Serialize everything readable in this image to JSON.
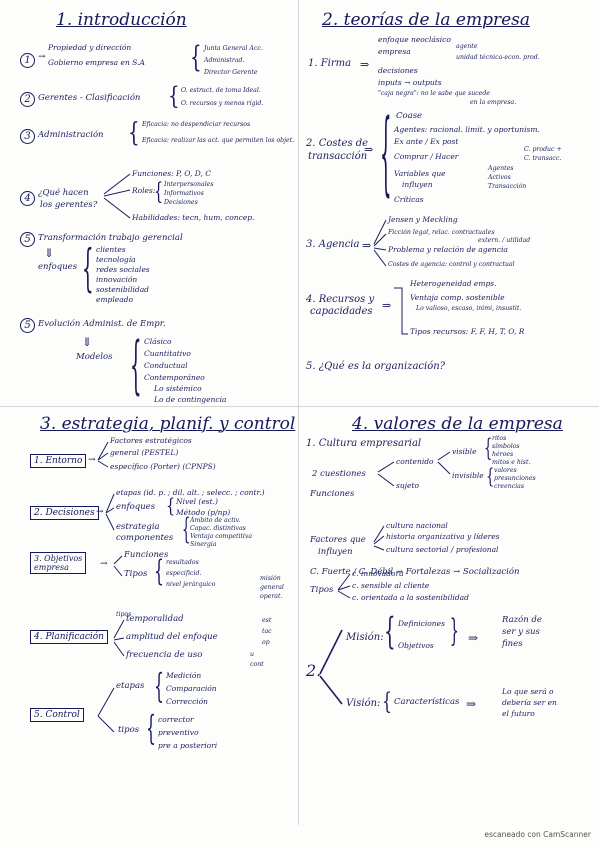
{
  "q1": {
    "title": "1. introducción",
    "i1": [
      "Propiedad y dirección",
      "Gobierno empresa en S.A",
      "Junta General Acc.",
      "Administrad.",
      "Director Gerente"
    ],
    "i2": [
      "Gerentes - Clasificación",
      "O. estruct. de toma Ideal.",
      "O. recursos y menos rígid."
    ],
    "i3": [
      "Administración",
      "Eficacia: no despendiciar recursos",
      "Eficacia: realizar las act. que permiten los objet."
    ],
    "i4": [
      "¿Qué hacen",
      "los gerentes?",
      "Funciones: P, O, D, C",
      "Roles:",
      "Interpersonales",
      "Informativos",
      "Decisiones",
      "Habilidades: tecn, hum, concep."
    ],
    "i5": [
      "Transformación trabajo gerencial",
      "enfoques",
      "clientes",
      "tecnología",
      "redes sociales",
      "innovación",
      "sostenibilidad",
      "empleado"
    ],
    "i6": [
      "Evolución Administ. de Empr.",
      "Modelos",
      "Clásico",
      "Cuantitativo",
      "Conductual",
      "Contemporáneo",
      "Lo sistémico",
      "Lo de contingencia"
    ]
  },
  "q2": {
    "title": "2. teorías de la empresa",
    "firma": [
      "1. Firma",
      "enfoque neoclásico",
      "empresa",
      "agente",
      "unidad técnica-econ. prod.",
      "decisiones",
      "inputs → outputs",
      "\"caja negra\": no le sabe que sucede",
      "en la empresa."
    ],
    "costes": [
      "2. Costes de",
      "transacción",
      "Coase",
      "Agentes: racional. limit. y oportunism.",
      "Ex ante / Ex post",
      "Comprar / Hacer",
      "C. produc +",
      "C. transacc.",
      "Variables que",
      "influyen",
      "Agentes",
      "Activos",
      "Transacción",
      "Críticas"
    ],
    "agencia": [
      "3. Agencia",
      "Jensen y Meckling",
      "Ficción legal, relac. contractuales",
      "Problema y relación de agencia",
      "extern. / utilidad",
      "Costes de agencia: control y contractual"
    ],
    "recursos": [
      "4. Recursos y",
      "capacidades",
      "Heterogeneidad emps.",
      "Ventaja comp. sostenible",
      "Lo valioso, escaso, inimi, insustit.",
      "Tipos recursos: F, F, H, T, O, R"
    ],
    "org": "5. ¿Qué es la organización?"
  },
  "q3": {
    "title": "3. estrategia, planif. y control",
    "entorno": [
      "1. Entorno",
      "Factores estratégicos",
      "general (PESTEL)",
      "específico (Porter) (CPNPS)"
    ],
    "decisiones": [
      "2. Decisiones",
      "etapas (id. p. ; dil. alt. ; selecc. ; contr.)",
      "enfoques",
      "Nivel (est.)",
      "Método (p/np)",
      "estrategia",
      "componentes",
      "Ámbito de activ.",
      "Capac. distintivas",
      "Ventaja competitiva",
      "Sinergia"
    ],
    "objetivos": [
      "3. Objetivos",
      "empresa",
      "Funciones",
      "Tipos",
      "resultados",
      "especificid.",
      "nivel jerárquico",
      "misión",
      "general",
      "operat."
    ],
    "planif": [
      "4. Planificación",
      "tipos",
      "temporalidad",
      "amplitud del enfoque",
      "frecuencia de uso",
      "est",
      "tac",
      "op",
      "u",
      "cont"
    ],
    "control": [
      "5. Control",
      "etapas",
      "Medición",
      "Comparación",
      "Corrección",
      "tipos",
      "corrector",
      "preventivo",
      "pre a posteriori"
    ]
  },
  "q4": {
    "title": "4. valores de la empresa",
    "cultura": [
      "1. Cultura empresarial",
      "2 cuestiones",
      "contenido",
      "visible",
      "ritos",
      "símbolos",
      "héroes",
      "mitos e hist.",
      "invisible",
      "valores",
      "presunciones",
      "creencias",
      "sujeto",
      "Funciones"
    ],
    "factores": [
      "Factores que",
      "influyen",
      "cultura nacional",
      "historia organizativa y líderes",
      "cultura sectorial / profesional"
    ],
    "fuerte": "C. Fuerte / C. Débil → Fortalezas → Socialización",
    "tipos": [
      "Tipos",
      "c. innovadora",
      "c. sensible al cliente",
      "c. orientada a la sostenibilidad"
    ],
    "mision": [
      "2.",
      "Misión:",
      "Definiciones",
      "Objetivos",
      "Razón de",
      "ser y sus",
      "fines"
    ],
    "vision": [
      "Visión:",
      "Características",
      "Lo que será o",
      "debería ser en",
      "el futuro"
    ]
  },
  "footer": "escaneado con CamScanner"
}
